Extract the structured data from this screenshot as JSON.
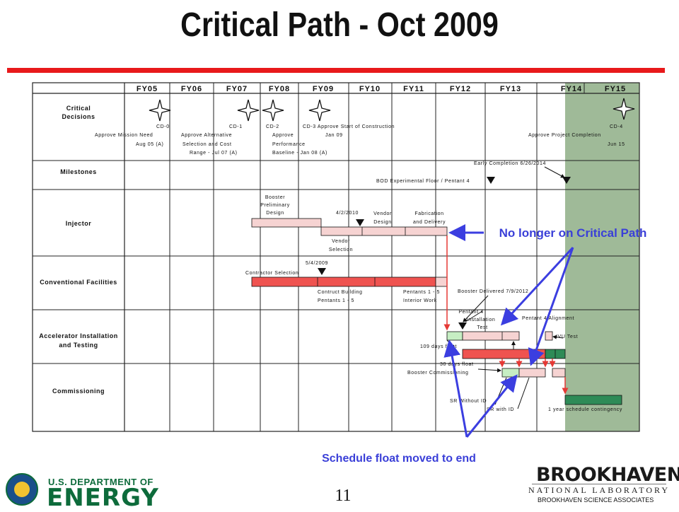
{
  "title": "Critical Path - Oct 2009",
  "accent_color": "#e8191b",
  "fiscal_years": [
    "FY05",
    "FY06",
    "FY07",
    "FY08",
    "FY09",
    "FY10",
    "FY11",
    "FY12",
    "FY13",
    "FY14",
    "FY15"
  ],
  "rows": [
    "Critical Decisions",
    "Milestones",
    "Injector",
    "Conventional Facilities",
    "Accelerator Installation and Testing",
    "Commissioning"
  ],
  "row_lines": {
    "critical_decisions": [
      "Critical",
      "Decisions"
    ],
    "accelerator": [
      "Accelerator Installation",
      "and Testing"
    ]
  },
  "critical_decisions": {
    "cd0": [
      "CD-0",
      "Approve Mission Need",
      "Aug 05 (A)"
    ],
    "cd1": [
      "CD-1",
      "Approve Alternative",
      "Selection and Cost",
      "Range - Jul 07 (A)"
    ],
    "cd2": [
      "CD-2",
      "Approve",
      "Performance",
      "Baseline - Jan 08 (A)"
    ],
    "cd3": [
      "CD-3 Approve Start of Construction",
      "Jan 09"
    ],
    "cd4": [
      "CD-4",
      "Approve Project Completion",
      "Jun 15"
    ]
  },
  "milestones": {
    "early_completion": "Early Completion 6/26/2014",
    "bod": "BOD Experimental Floor / Pentant 4"
  },
  "injector": {
    "booster_prelim": [
      "Booster",
      "Preliminary",
      "Design"
    ],
    "date": "4/2/2010",
    "vendor_design": [
      "Vendor",
      "Design"
    ],
    "fabrication": [
      "Fabrication",
      "and Delivery"
    ],
    "vendor_selection": [
      "Vendor",
      "Selection"
    ]
  },
  "conventional": {
    "date": "5/4/2009",
    "contractor_selection": "Contractor Selection",
    "construct_building": [
      "Contruct Building",
      "Pentants 1 - 5"
    ],
    "pentants_interior": [
      "Pentants 1 - 5",
      "Interior Work"
    ]
  },
  "accelerator": {
    "booster_delivered": "Booster Delivered 7/9/2012",
    "pentant4_test": [
      "Pentant 4",
      "Installation",
      "Test"
    ],
    "pentant4_alignment": "Pentant 4 Alignment",
    "ivu_test": "IVU Test",
    "float_109": "109 days float",
    "float_30": "30 days float",
    "booster_commissioning": "Booster Commissioning"
  },
  "commissioning": {
    "sr_without_id": "SR Without ID",
    "sr_with_id": "SR with ID",
    "contingency": "1 year schedule contingency"
  },
  "callouts": {
    "no_longer": "No longer on Critical Path",
    "float_moved": "Schedule float moved to end"
  },
  "footer": {
    "page": "11",
    "bsa": "BROOKHAVEN SCIENCE ASSOCIATES",
    "doe_small": "U.S. DEPARTMENT OF",
    "doe_big": "ENERGY",
    "bnl_big": "BROOKHAVEN",
    "bnl_small": "NATIONAL LABORATORY"
  },
  "colors": {
    "critical_bar": "#ef5350",
    "light_bar": "#f6d3d2",
    "green_bar": "#2e8b57",
    "light_green": "#c6eec3",
    "contingency_column": "#9fba98",
    "arrow_blue": "#3b3ee0",
    "callout_blue": "#3a3fd8",
    "red_connector": "#e53935"
  }
}
